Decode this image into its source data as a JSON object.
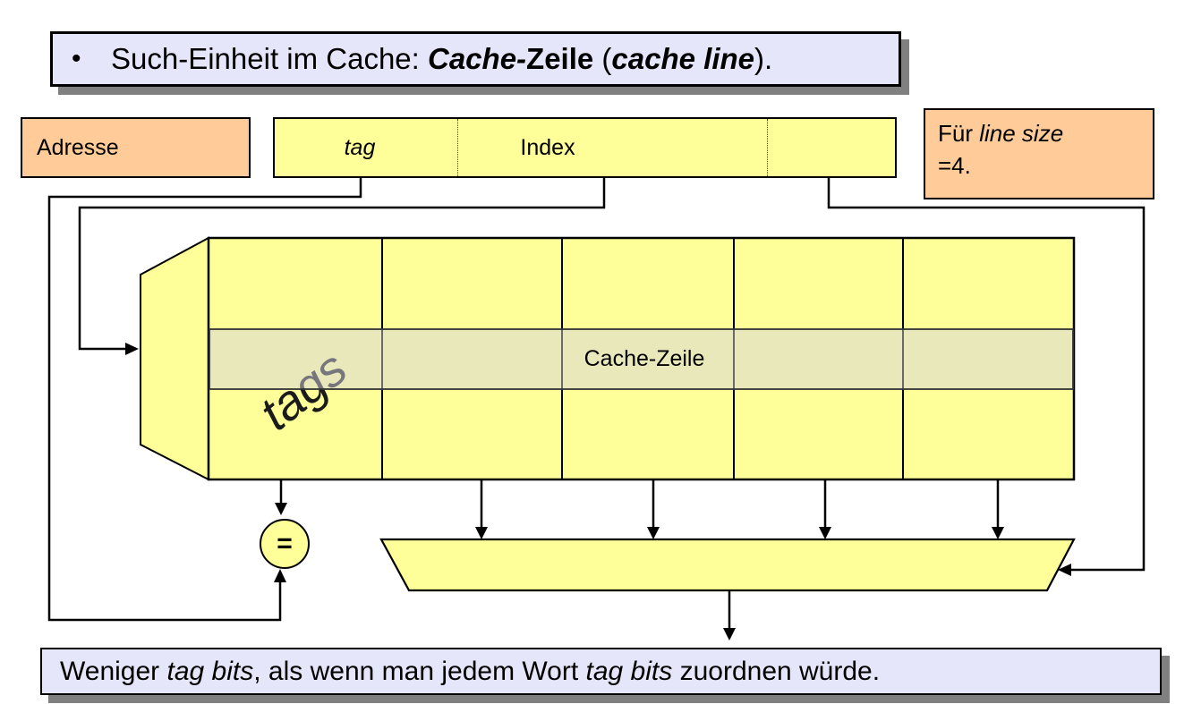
{
  "slide": {
    "top_banner": {
      "bullet": "•",
      "seg1": "Such-Einheit im Cache: ",
      "seg2": "Cache-",
      "seg3": "Zeile",
      "seg4": " (",
      "seg5": "cache line",
      "seg6": ")."
    },
    "address_label": "Adresse",
    "address_field": {
      "tag": "tag",
      "index": "Index"
    },
    "note_box": {
      "line1_a": "Für ",
      "line1_b": "line size",
      "line2": "=4."
    },
    "array": {
      "tags_label": "tags",
      "row_label": "Cache-Zeile"
    },
    "comparator": "=",
    "bottom_banner": {
      "seg1": "Weniger ",
      "seg2": "tag bits",
      "seg3": ", als wenn man jedem Wort ",
      "seg4": "tag bits",
      "seg5": " zuordnen würde."
    }
  },
  "colors": {
    "banner_bg": "#e6e6fa",
    "box_orange": "#ffcc99",
    "shape_yellow": "#ffff99",
    "highlight_row": "#e9e9c9",
    "shadow": "#808080",
    "wire": "#000000"
  }
}
